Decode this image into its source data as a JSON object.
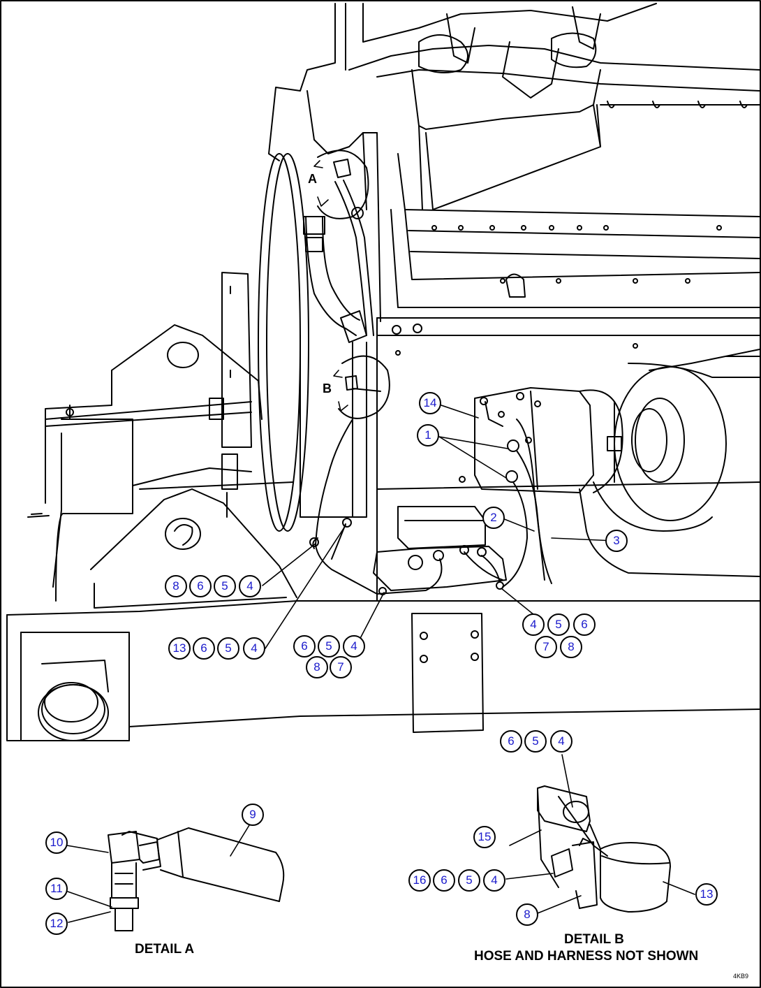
{
  "callouts": [
    {
      "id": "c14",
      "text": "14"
    },
    {
      "id": "c1",
      "text": "1"
    },
    {
      "id": "c2",
      "text": "2"
    },
    {
      "id": "c3",
      "text": "3"
    },
    {
      "id": "g1-8",
      "text": "8"
    },
    {
      "id": "g1-6",
      "text": "6"
    },
    {
      "id": "g1-5",
      "text": "5"
    },
    {
      "id": "g1-4",
      "text": "4"
    },
    {
      "id": "g2-13",
      "text": "13"
    },
    {
      "id": "g2-6",
      "text": "6"
    },
    {
      "id": "g2-5",
      "text": "5"
    },
    {
      "id": "g2-4",
      "text": "4"
    },
    {
      "id": "g3-6",
      "text": "6"
    },
    {
      "id": "g3-5",
      "text": "5"
    },
    {
      "id": "g3-4",
      "text": "4"
    },
    {
      "id": "g3-8",
      "text": "8"
    },
    {
      "id": "g3-7",
      "text": "7"
    },
    {
      "id": "g4-4",
      "text": "4"
    },
    {
      "id": "g4-5",
      "text": "5"
    },
    {
      "id": "g4-6",
      "text": "6"
    },
    {
      "id": "g4-7",
      "text": "7"
    },
    {
      "id": "g4-8",
      "text": "8"
    },
    {
      "id": "g5-6",
      "text": "6"
    },
    {
      "id": "g5-5",
      "text": "5"
    },
    {
      "id": "g5-4",
      "text": "4"
    },
    {
      "id": "c15",
      "text": "15"
    },
    {
      "id": "g6-16",
      "text": "16"
    },
    {
      "id": "g6-6",
      "text": "6"
    },
    {
      "id": "g6-5",
      "text": "5"
    },
    {
      "id": "g6-4",
      "text": "4"
    },
    {
      "id": "c8b",
      "text": "8"
    },
    {
      "id": "c13b",
      "text": "13"
    },
    {
      "id": "c9",
      "text": "9"
    },
    {
      "id": "c10",
      "text": "10"
    },
    {
      "id": "c11",
      "text": "11"
    },
    {
      "id": "c12",
      "text": "12"
    }
  ],
  "detail_markers": {
    "a": "A",
    "b": "B"
  },
  "captions": {
    "detail_a": "DETAIL A",
    "detail_b": "DETAIL B",
    "detail_b_note": "HOSE AND HARNESS NOT SHOWN"
  },
  "drawing_id": "4KB9"
}
